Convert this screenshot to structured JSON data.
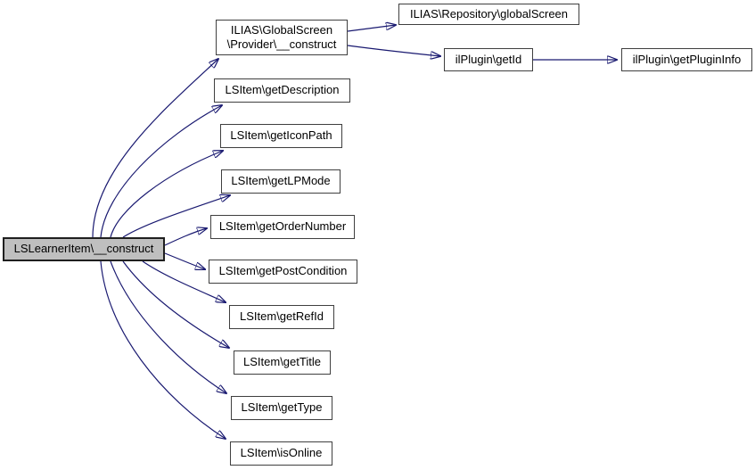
{
  "diagram": {
    "type": "call-graph",
    "colors": {
      "background": "#ffffff",
      "edge": "#191970",
      "node_border": "#3f3f3f",
      "node_fill": "#ffffff",
      "main_node_fill": "#bfbfbf",
      "text": "#000000"
    },
    "nodes": [
      {
        "id": "main",
        "label": "LSLearnerItem\\__construct",
        "highlighted": true
      },
      {
        "id": "provider_construct",
        "label": "ILIAS\\GlobalScreen\n\\Provider\\__construct",
        "highlighted": false
      },
      {
        "id": "getDescription",
        "label": "LSItem\\getDescription",
        "highlighted": false
      },
      {
        "id": "getIconPath",
        "label": "LSItem\\getIconPath",
        "highlighted": false
      },
      {
        "id": "getLPMode",
        "label": "LSItem\\getLPMode",
        "highlighted": false
      },
      {
        "id": "getOrderNumber",
        "label": "LSItem\\getOrderNumber",
        "highlighted": false
      },
      {
        "id": "getPostCondition",
        "label": "LSItem\\getPostCondition",
        "highlighted": false
      },
      {
        "id": "getRefId",
        "label": "LSItem\\getRefId",
        "highlighted": false
      },
      {
        "id": "getTitle",
        "label": "LSItem\\getTitle",
        "highlighted": false
      },
      {
        "id": "getType",
        "label": "LSItem\\getType",
        "highlighted": false
      },
      {
        "id": "isOnline",
        "label": "LSItem\\isOnline",
        "highlighted": false
      },
      {
        "id": "globalScreen",
        "label": "ILIAS\\Repository\\globalScreen",
        "highlighted": false
      },
      {
        "id": "getId",
        "label": "ilPlugin\\getId",
        "highlighted": false
      },
      {
        "id": "getPluginInfo",
        "label": "ilPlugin\\getPluginInfo",
        "highlighted": false
      }
    ],
    "edges": [
      {
        "from": "main",
        "to": "provider_construct"
      },
      {
        "from": "main",
        "to": "getDescription"
      },
      {
        "from": "main",
        "to": "getIconPath"
      },
      {
        "from": "main",
        "to": "getLPMode"
      },
      {
        "from": "main",
        "to": "getOrderNumber"
      },
      {
        "from": "main",
        "to": "getPostCondition"
      },
      {
        "from": "main",
        "to": "getRefId"
      },
      {
        "from": "main",
        "to": "getTitle"
      },
      {
        "from": "main",
        "to": "getType"
      },
      {
        "from": "main",
        "to": "isOnline"
      },
      {
        "from": "provider_construct",
        "to": "globalScreen"
      },
      {
        "from": "provider_construct",
        "to": "getId"
      },
      {
        "from": "getId",
        "to": "getPluginInfo"
      }
    ]
  }
}
